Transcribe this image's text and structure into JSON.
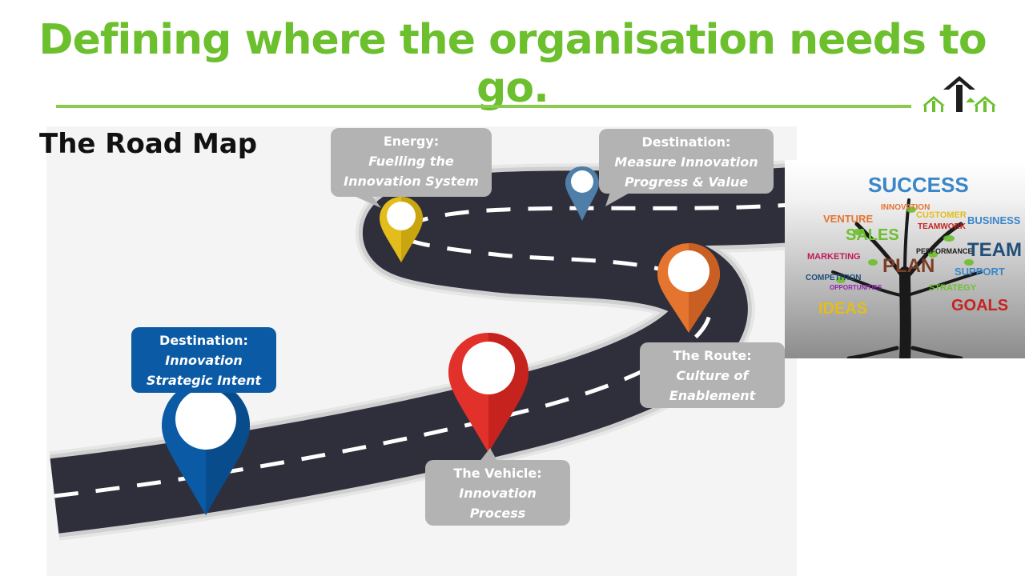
{
  "title": "Defining where the organisation needs to go.",
  "subtitle": "The Road Map",
  "colors": {
    "title_green": "#6cbf2d",
    "road": "#2f2f3c",
    "blue_dark": "#0a5aa6",
    "steel": "#4f7fa8",
    "yellow": "#e3bd1b",
    "red": "#e2302b",
    "orange": "#e5742e",
    "callout_gray": "#b3b3b3"
  },
  "callouts": {
    "energy": {
      "line1": "Energy:",
      "line2": "Fuelling the",
      "line3": "Innovation System"
    },
    "destination_measure": {
      "line1": "Destination:",
      "line2": "Measure Innovation",
      "line3": "Progress & Value"
    },
    "destination_intent": {
      "line1": "Destination:",
      "line2": "Innovation",
      "line3": "Strategic Intent"
    },
    "route": {
      "line1": "The Route:",
      "line2": "Culture of",
      "line3": "Enablement"
    },
    "vehicle": {
      "line1": "The Vehicle:",
      "line2": "Innovation",
      "line3": "Process"
    }
  },
  "word_tree": {
    "words": [
      "SUCCESS",
      "INNOVATION",
      "VENTURE",
      "CUSTOMER",
      "BUSINESS",
      "TEAMWORK",
      "SALES",
      "TEAM",
      "PERFORMANCE",
      "MARKETING",
      "PLAN",
      "SUPPORT",
      "COMPETITION",
      "OPPORTUNITIES",
      "STRATEGY",
      "IDEAS",
      "GOALS"
    ]
  }
}
